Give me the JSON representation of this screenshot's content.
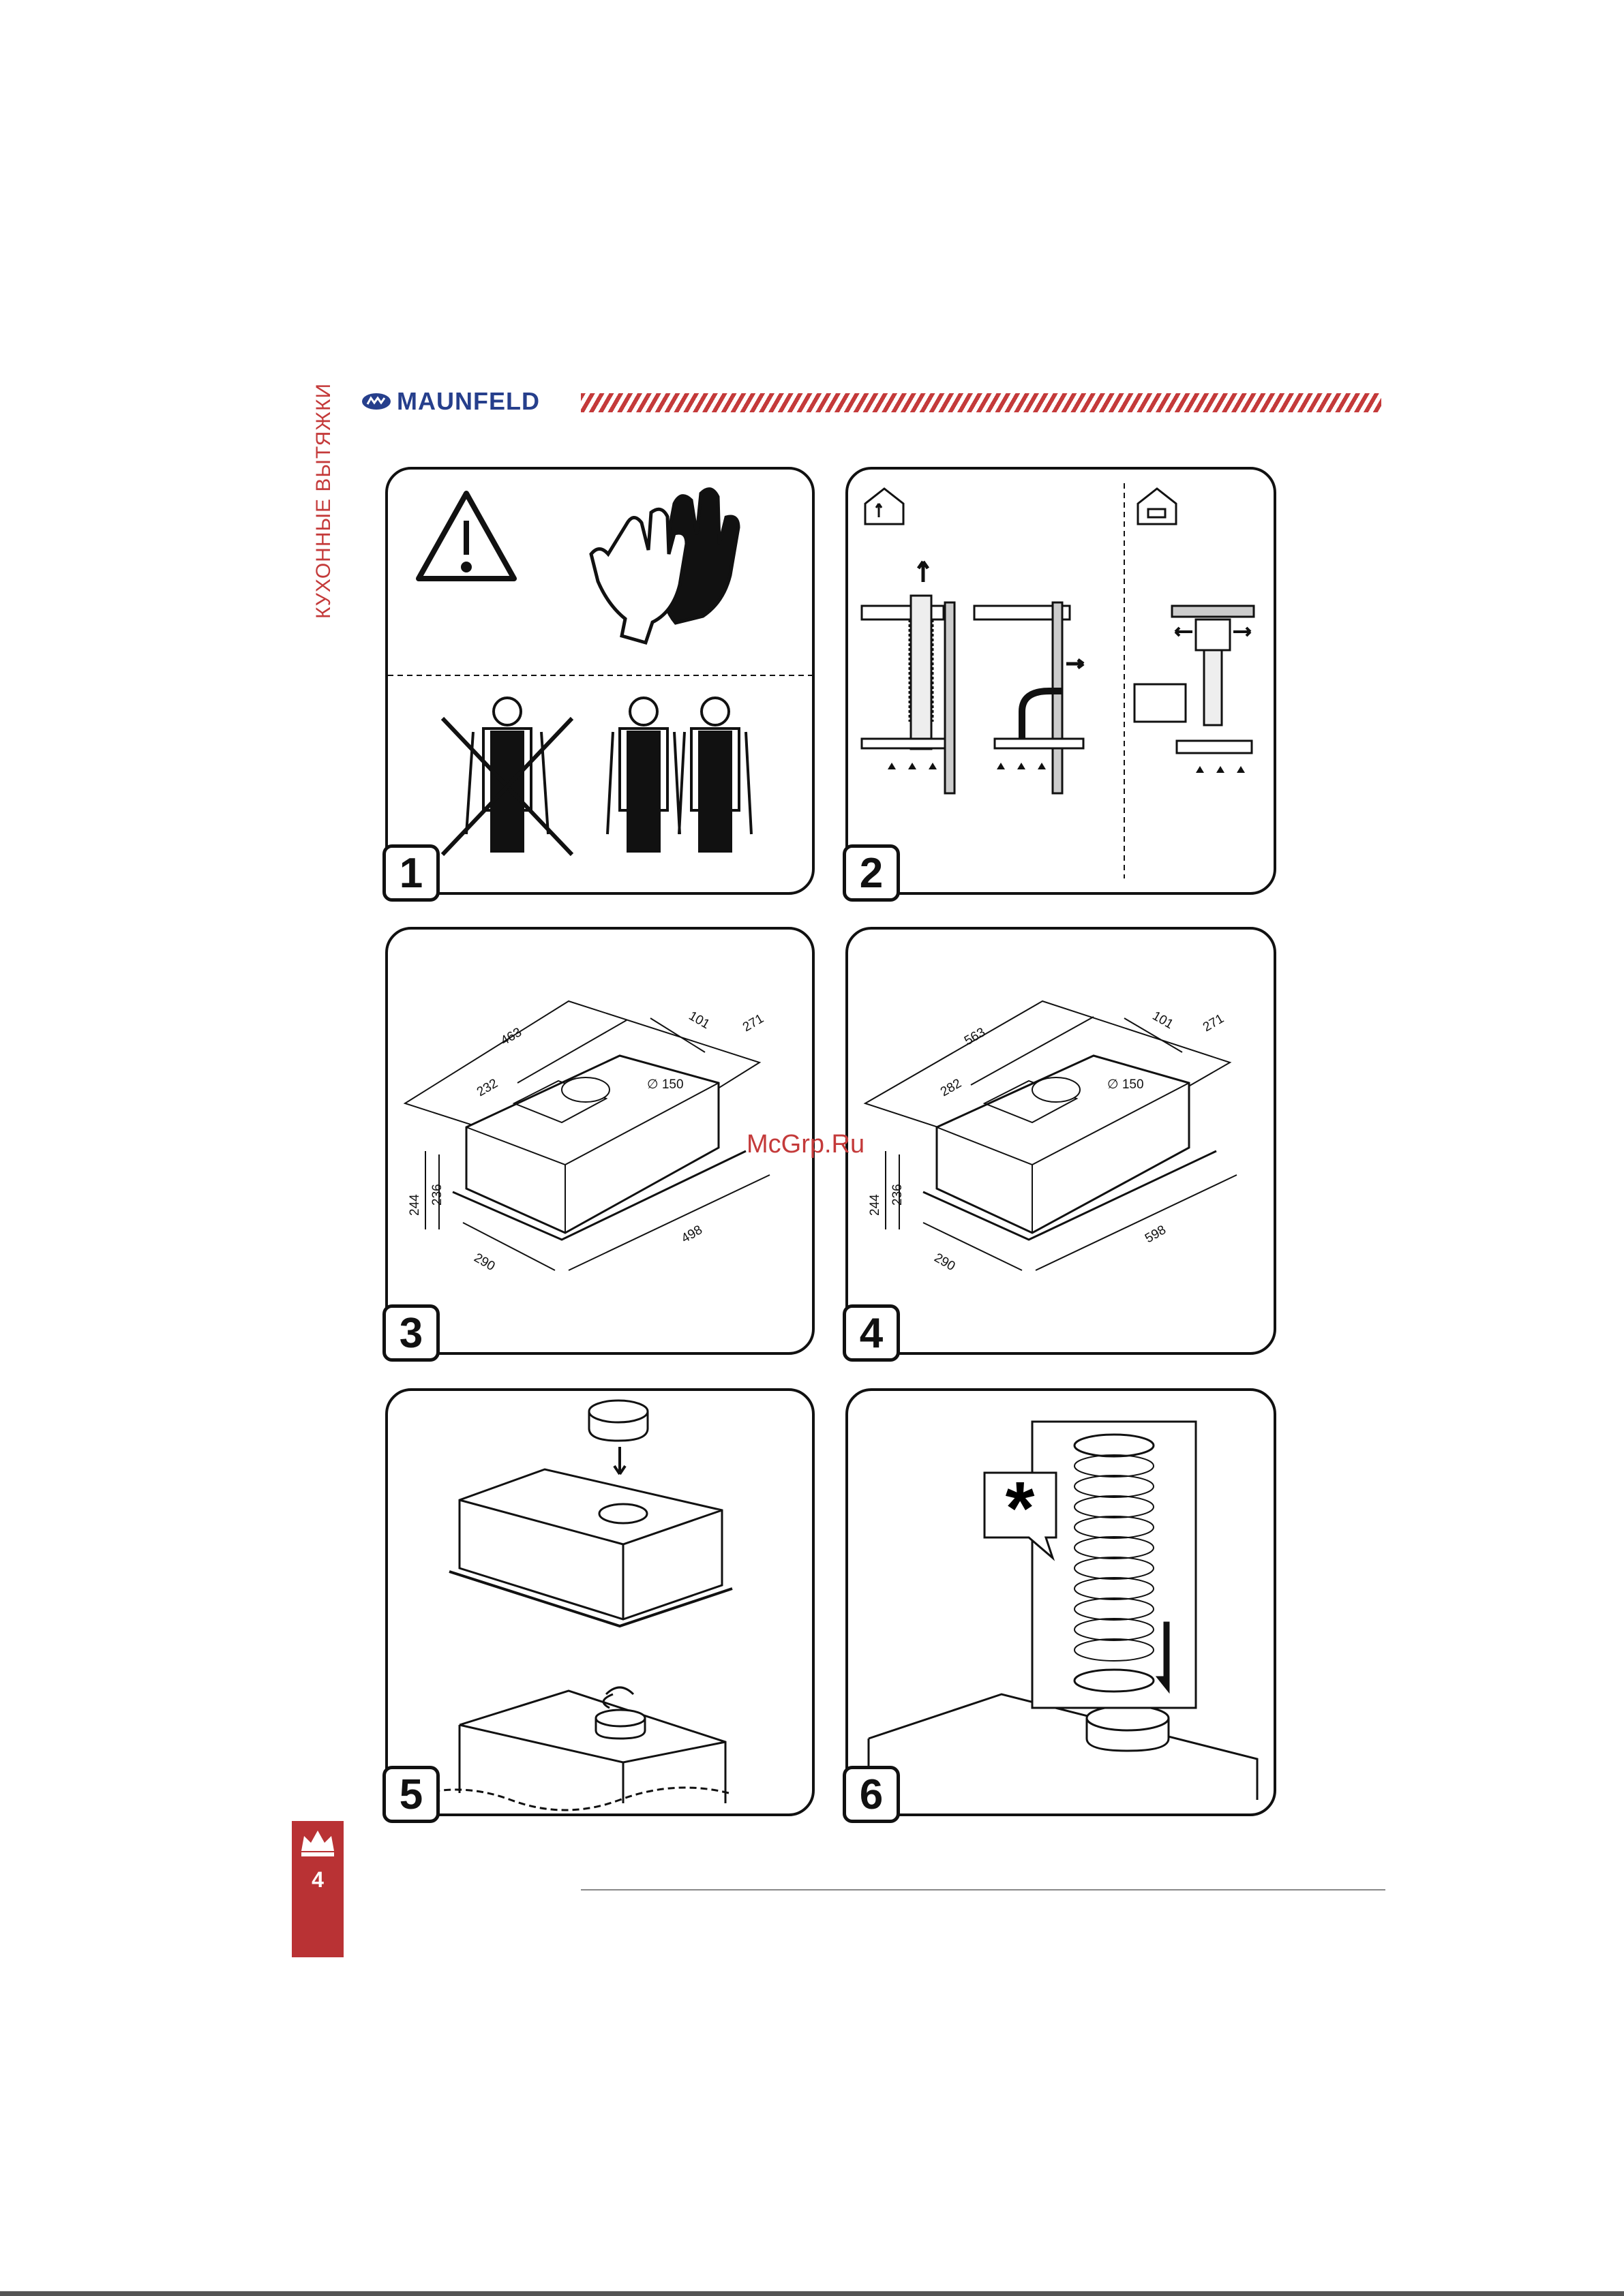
{
  "header": {
    "brand": "MAUNFELD",
    "side_title": "КУХОННЫЕ ВЫТЯЖКИ"
  },
  "panels": {
    "p1": {
      "number": "1"
    },
    "p2": {
      "number": "2"
    },
    "p3": {
      "number": "3",
      "dims": {
        "d463": "463",
        "d101": "101",
        "d271": "271",
        "d232": "232",
        "d150": "∅ 150",
        "d236": "236",
        "d244": "244",
        "d290": "290",
        "d498": "498"
      }
    },
    "p4": {
      "number": "4",
      "dims": {
        "d563": "563",
        "d101": "101",
        "d271": "271",
        "d282": "282",
        "d150": "∅ 150",
        "d236": "236",
        "d244": "244",
        "d290": "290",
        "d598": "598"
      }
    },
    "p5": {
      "number": "5"
    },
    "p6": {
      "number": "6",
      "callout": "*"
    }
  },
  "watermark": "McGrp.Ru",
  "footer": {
    "page_number": "4"
  },
  "colors": {
    "brand_blue": "#263f8c",
    "accent_red": "#c43a3a",
    "badge_red": "#b93234"
  }
}
